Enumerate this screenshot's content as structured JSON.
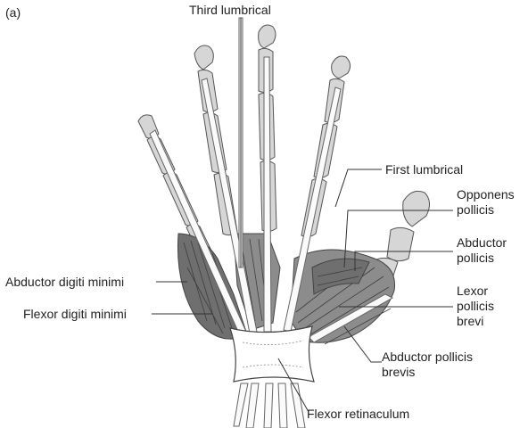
{
  "panel_label": "(a)",
  "labels": {
    "third_lumbrical": "Third lumbrical",
    "first_lumbrical": "First lumbrical",
    "opponens_pollicis": [
      "Opponens",
      "pollicis"
    ],
    "abductor_pollicis": [
      "Abductor",
      "pollicis"
    ],
    "abductor_digiti_minimi": "Abductor digiti minimi",
    "flexor_digiti_minimi": "Flexor digiti minimi",
    "lexor_pollicis_brevi": [
      "Lexor",
      "pollicis",
      "brevi"
    ],
    "abductor_pollicis_brevis": [
      "Abductor pollicis",
      "brevis"
    ],
    "flexor_retinaculum": "Flexor retinaculum"
  }
}
